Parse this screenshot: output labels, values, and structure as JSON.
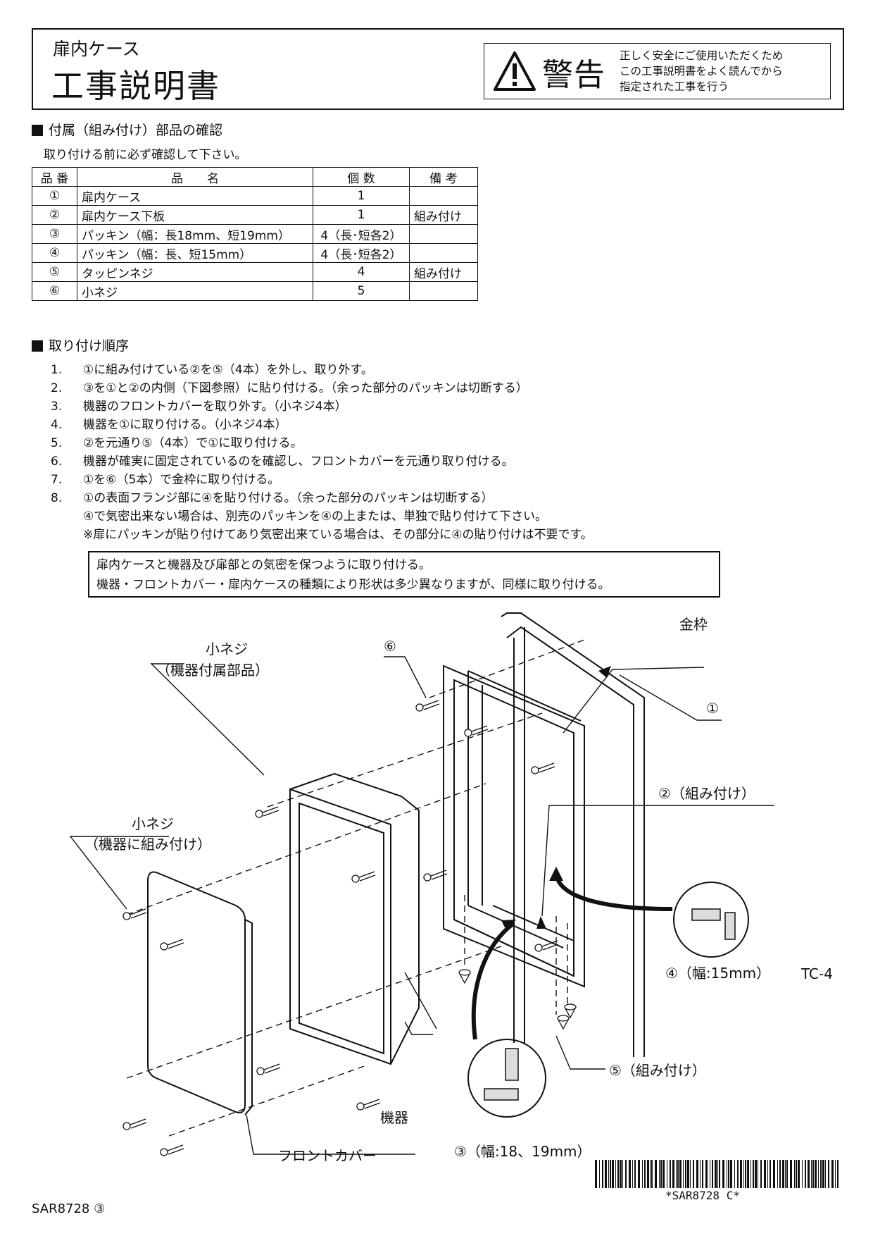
{
  "header": {
    "subtitle": "扉内ケース",
    "title": "工事説明書",
    "warning": {
      "word": "警告",
      "lines": [
        "正しく安全にご使用いただくため",
        "この工事説明書をよく読んでから",
        "指定された工事を行う"
      ]
    }
  },
  "parts_section": {
    "heading": "付属（組み付け）部品の確認",
    "note": "取り付ける前に必ず確認して下さい。",
    "table": {
      "headers": [
        "品 番",
        "品　　名",
        "個 数",
        "備 考"
      ],
      "rows": [
        [
          "①",
          "扉内ケース",
          "1",
          ""
        ],
        [
          "②",
          "扉内ケース下板",
          "1",
          "組み付け"
        ],
        [
          "③",
          "パッキン（幅：長18mm、短19mm）",
          "4（長･短各2）",
          ""
        ],
        [
          "④",
          "パッキン（幅：長、短15mm）",
          "4（長･短各2）",
          ""
        ],
        [
          "⑤",
          "タッピンネジ",
          "4",
          "組み付け"
        ],
        [
          "⑥",
          "小ネジ",
          "5",
          ""
        ]
      ]
    }
  },
  "procedure": {
    "heading": "取り付け順序",
    "steps": [
      {
        "num": "1.",
        "text": "①に組み付けている②を⑤（4本）を外し、取り外す。"
      },
      {
        "num": "2.",
        "text": "③を①と②の内側（下図参照）に貼り付ける。（余った部分のパッキンは切断する）"
      },
      {
        "num": "3.",
        "text": "機器のフロントカバーを取り外す。（小ネジ4本）"
      },
      {
        "num": "4.",
        "text": "機器を①に取り付ける。（小ネジ4本）"
      },
      {
        "num": "5.",
        "text": "②を元通り⑤（4本）で①に取り付ける。"
      },
      {
        "num": "6.",
        "text": "機器が確実に固定されているのを確認し、フロントカバーを元通り取り付ける。"
      },
      {
        "num": "7.",
        "text": "①を⑥（5本）で金枠に取り付ける。"
      },
      {
        "num": "8.",
        "text": "①の表面フランジ部に④を貼り付ける。（余った部分のパッキンは切断する）"
      },
      {
        "num": "",
        "text": "④で気密出来ない場合は、別売のパッキンを④の上または、単独で貼り付けて下さい。"
      },
      {
        "num": "",
        "text": "※扉にパッキンが貼り付けてあり気密出来ている場合は、その部分に④の貼り付けは不要です。"
      }
    ],
    "notes": [
      "扉内ケースと機器及び扉部との気密を保つように取り付ける。",
      "機器・フロントカバー・扉内ケースの種類により形状は多少異なりますが、同様に取り付ける。"
    ]
  },
  "diagram": {
    "labels": {
      "kanawaku": "金枠",
      "screw_accessory": "小ネジ",
      "screw_accessory_sub": "（機器付属部品）",
      "screw_assembled": "小ネジ",
      "screw_assembled_sub": "（機器に組み付け）",
      "part6": "⑥",
      "part1": "①",
      "part2": "②（組み付け）",
      "part4": "④（幅:15mm）",
      "part5": "⑤（組み付け）",
      "part3": "③（幅:18、19mm）",
      "kiki": "機器",
      "front_cover": "フロントカバー"
    }
  },
  "footer": {
    "page_code": "TC-4",
    "doc_code": "SAR8728 ③",
    "barcode_text": "*SAR8728  C*"
  }
}
